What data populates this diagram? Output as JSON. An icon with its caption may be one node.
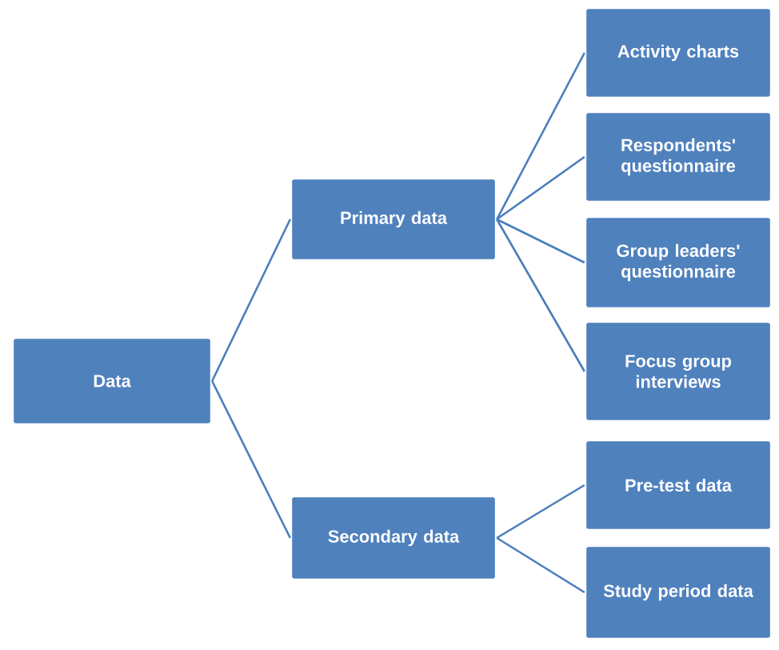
{
  "diagram": {
    "nodes": [
      {
        "text": [
          "Data"
        ]
      },
      {
        "text": [
          "Primary data"
        ]
      },
      {
        "text": [
          "Secondary data"
        ]
      },
      {
        "text": [
          "Activity charts"
        ]
      },
      {
        "text": [
          "Respondents' questionnaire"
        ]
      },
      {
        "text": [
          "Group leaders' questionnaire"
        ]
      },
      {
        "text": [
          "Focus group interviews"
        ]
      },
      {
        "text": [
          "Pre-test data"
        ]
      },
      {
        "text": [
          "Study period data"
        ]
      }
    ],
    "edges": [
      {
        "from": 0,
        "to": 1,
        "arrow": "none"
      },
      {
        "from": 0,
        "to": 2,
        "arrow": "none"
      },
      {
        "from": 1,
        "to": 3,
        "arrow": "none"
      },
      {
        "from": 1,
        "to": 4,
        "arrow": "none"
      },
      {
        "from": 1,
        "to": 5,
        "arrow": "none"
      },
      {
        "from": 1,
        "to": 6,
        "arrow": "none"
      },
      {
        "from": 2,
        "to": 7,
        "arrow": "none"
      },
      {
        "from": 2,
        "to": 8,
        "arrow": "none"
      }
    ]
  }
}
